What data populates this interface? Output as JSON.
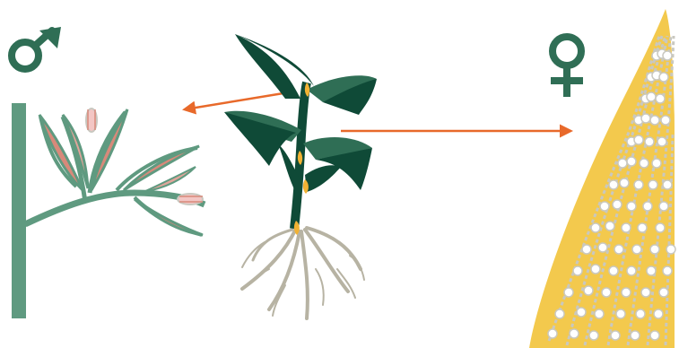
{
  "diagram": {
    "colors": {
      "male_symbol": "#2f6e55",
      "female_symbol": "#2f6e55",
      "arrow": "#e8692a",
      "leaf_dark": "#0f4a37",
      "leaf_light": "#2f6e55",
      "tassel_stem": "#5f9a80",
      "tassel_inner": "#d8897a",
      "anther": "#f3c6c4",
      "root": "#b7b3a3",
      "ear_gold": "#f3c94d",
      "kernel": "#c9c8c0",
      "flower_bud": "#f2b233"
    },
    "nodes": [
      {
        "id": "male",
        "icon": "male-symbol"
      },
      {
        "id": "tassel",
        "icon": "tassel-flower"
      },
      {
        "id": "plant",
        "icon": "corn-plant"
      },
      {
        "id": "female",
        "icon": "female-symbol"
      },
      {
        "id": "ear",
        "icon": "corn-ear-silk"
      }
    ],
    "edges": [
      {
        "from": "plant",
        "to": "tassel"
      },
      {
        "from": "plant",
        "to": "ear"
      }
    ]
  }
}
